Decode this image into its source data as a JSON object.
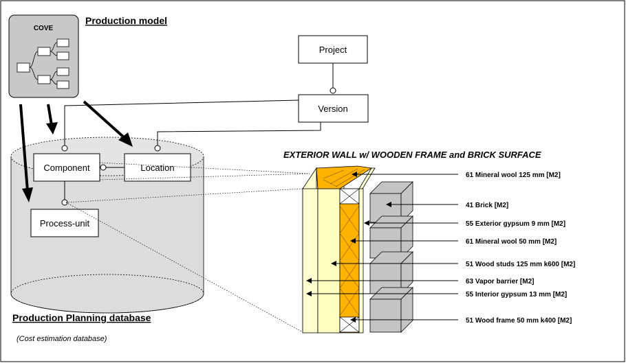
{
  "production_model": {
    "title": "Production model",
    "cove_label": "COVE"
  },
  "entities": {
    "project": "Project",
    "version": "Version",
    "component": "Component",
    "location": "Location",
    "process_unit": "Process-unit"
  },
  "database": {
    "title": "Production Planning database",
    "subtitle": "(Cost estimation database)"
  },
  "wall": {
    "title": "EXTERIOR WALL w/ WOODEN FRAME and BRICK SURFACE",
    "layers": [
      "61 Mineral wool  125 mm [M2]",
      "41 Brick [M2]",
      "55 Exterior gypsum 9 mm [M2]",
      "61 Mineral wool 50 mm [M2]",
      "51 Wood studs 125 mm k600 [M2]",
      "63 Vapor barrier [M2]",
      "55 Interior gypsum 13 mm [M2]",
      "51 Wood frame 50 mm k400 [M2]"
    ]
  },
  "colors": {
    "cove_bg": "#c8c8c8",
    "db_fill": "#d9d9d9",
    "yellow": "#ffffc0",
    "orange": "#ffb300",
    "brick": "#c4c4c4"
  }
}
